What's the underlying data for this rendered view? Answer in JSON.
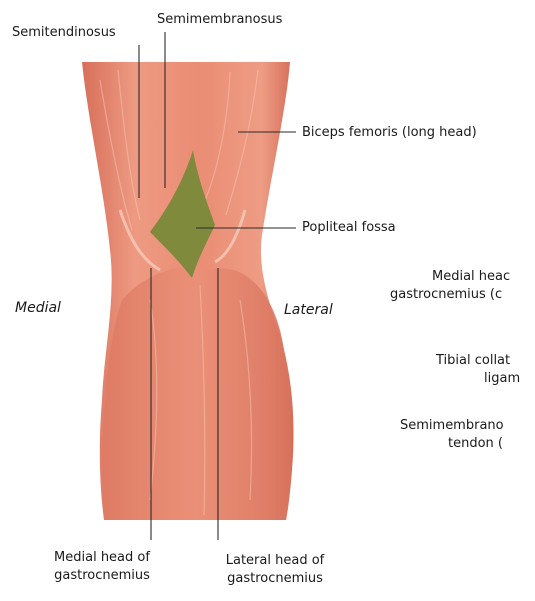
{
  "labels": {
    "semitendinosus": "Semitendinosus",
    "semimembranosus": "Semimembranosus",
    "biceps_femoris": "Biceps femoris (long head)",
    "popliteal_fossa": "Popliteal fossa",
    "medial": "Medial",
    "lateral": "Lateral",
    "medial_head_line1": "Medial head of",
    "medial_head_line2": "gastrocnemius",
    "lateral_head_line1": "Lateral head of",
    "lateral_head_line2": "gastrocnemius",
    "cut_medial_head_line1": "Medial heac",
    "cut_medial_head_line2": "gastrocnemius (c",
    "cut_tibial_line1": "Tibial collat",
    "cut_tibial_line2": "ligam",
    "cut_semimembranosus_line1": "Semimembrano",
    "cut_semimembranosus_line2": "tendon ("
  },
  "colors": {
    "muscle": "#e98a72",
    "muscle_dark": "#d9715b",
    "muscle_light": "#f3b39f",
    "fossa": "#808a3c",
    "leader_line": "#2a2a2a"
  }
}
